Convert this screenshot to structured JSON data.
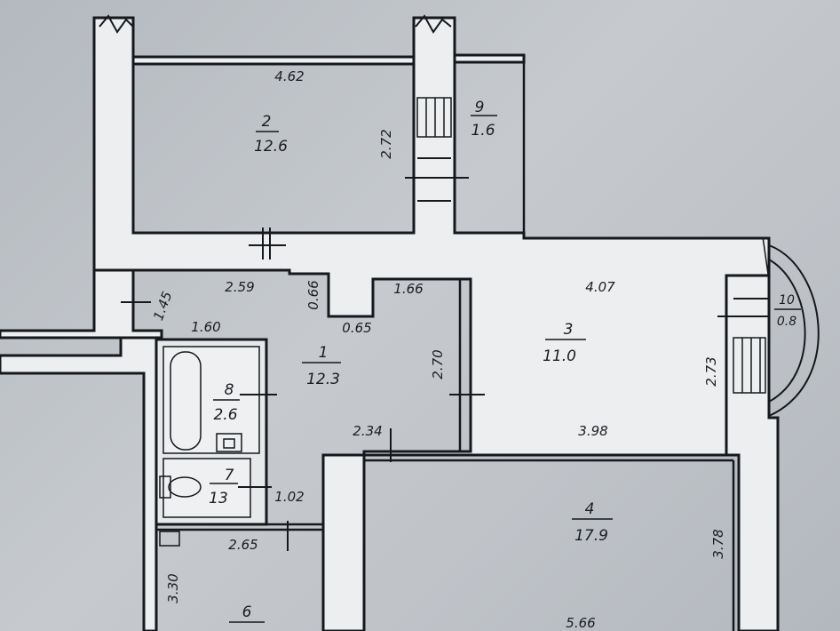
{
  "rooms": [
    {
      "id": "1",
      "number": "1",
      "area": "12.3"
    },
    {
      "id": "2",
      "number": "2",
      "area": "12.6"
    },
    {
      "id": "3",
      "number": "3",
      "area": "11.0"
    },
    {
      "id": "4",
      "number": "4",
      "area": "17.9"
    },
    {
      "id": "6",
      "number": "6",
      "area": ""
    },
    {
      "id": "7",
      "number": "7",
      "area": "13"
    },
    {
      "id": "8",
      "number": "8",
      "area": "2.6"
    },
    {
      "id": "9",
      "number": "9",
      "area": "1.6"
    },
    {
      "id": "10",
      "number": "10",
      "area": "0.8"
    }
  ],
  "dimensions": {
    "d_4_62": "4.62",
    "d_2_72": "2.72",
    "d_2_59": "2.59",
    "d_0_66": "0.66",
    "d_0_65": "0.65",
    "d_1_66": "1.66",
    "d_4_07": "4.07",
    "d_1_45": "1.45",
    "d_1_60": "1.60",
    "d_2_70": "2.70",
    "d_2_73": "2.73",
    "d_3_98": "3.98",
    "d_2_34": "2.34",
    "d_1_02": "1.02",
    "d_2_65": "2.65",
    "d_3_30": "3.30",
    "d_3_78": "3.78",
    "d_5_66": "5.66"
  },
  "colors": {
    "ink": "#15181c",
    "paper": "#c0c4c9",
    "wall_fill": "#eceeef"
  }
}
